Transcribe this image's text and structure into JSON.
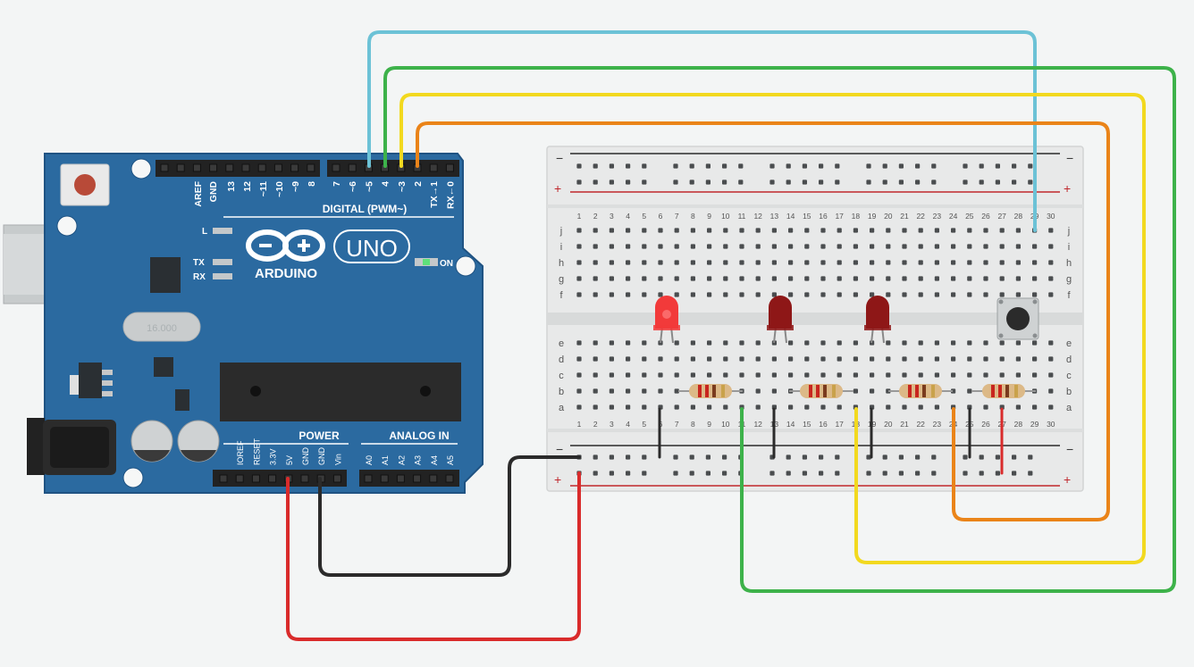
{
  "colors": {
    "background": "#f3f5f5",
    "board": "#2b6aa0",
    "board_edge": "#1f5383",
    "breadboard": "#e7e8e8",
    "rail_red": "#c0282c",
    "rail_black": "#2a2a2a",
    "wire_blue": "#6cc2d6",
    "wire_green": "#3db24a",
    "wire_yellow": "#f2d91f",
    "wire_orange": "#ea8419",
    "wire_red": "#d92b2b",
    "wire_black": "#2b2b2b",
    "led_on": "#f23a3a",
    "led_off": "#8e1717"
  },
  "arduino": {
    "logo_text": "ARDUINO",
    "model": "UNO",
    "on_label": "ON",
    "l_label": "L",
    "tx_label": "TX",
    "rx_label": "RX",
    "digital_label": "DIGITAL (PWM~)",
    "power_label": "POWER",
    "analog_label": "ANALOG IN",
    "crystal_text": "16.000",
    "digital_pins_left": [
      "AREF",
      "GND",
      "13",
      "12",
      "~11",
      "~10",
      "~9",
      "8"
    ],
    "digital_pins_right": [
      "7",
      "~6",
      "~5",
      "4",
      "~3",
      "2",
      "TX→1",
      "RX←0"
    ],
    "power_pins": [
      "IOREF",
      "RESET",
      "3.3V",
      "5V",
      "GND",
      "GND",
      "Vin"
    ],
    "analog_pins": [
      "A0",
      "A1",
      "A2",
      "A3",
      "A4",
      "A5"
    ]
  },
  "breadboard": {
    "columns": [
      "1",
      "2",
      "3",
      "4",
      "5",
      "6",
      "7",
      "8",
      "9",
      "10",
      "11",
      "12",
      "13",
      "14",
      "15",
      "16",
      "17",
      "18",
      "19",
      "20",
      "21",
      "22",
      "23",
      "24",
      "25",
      "26",
      "27",
      "28",
      "29",
      "30"
    ],
    "rows_top": [
      "j",
      "i",
      "h",
      "g",
      "f"
    ],
    "rows_bottom": [
      "e",
      "d",
      "c",
      "b",
      "a"
    ],
    "minus": "−",
    "plus": "+"
  },
  "components": {
    "leds": [
      {
        "name": "led-1",
        "state": "on"
      },
      {
        "name": "led-2",
        "state": "off"
      },
      {
        "name": "led-3",
        "state": "off"
      }
    ],
    "resistors": 4,
    "pushbuttons": 1
  }
}
